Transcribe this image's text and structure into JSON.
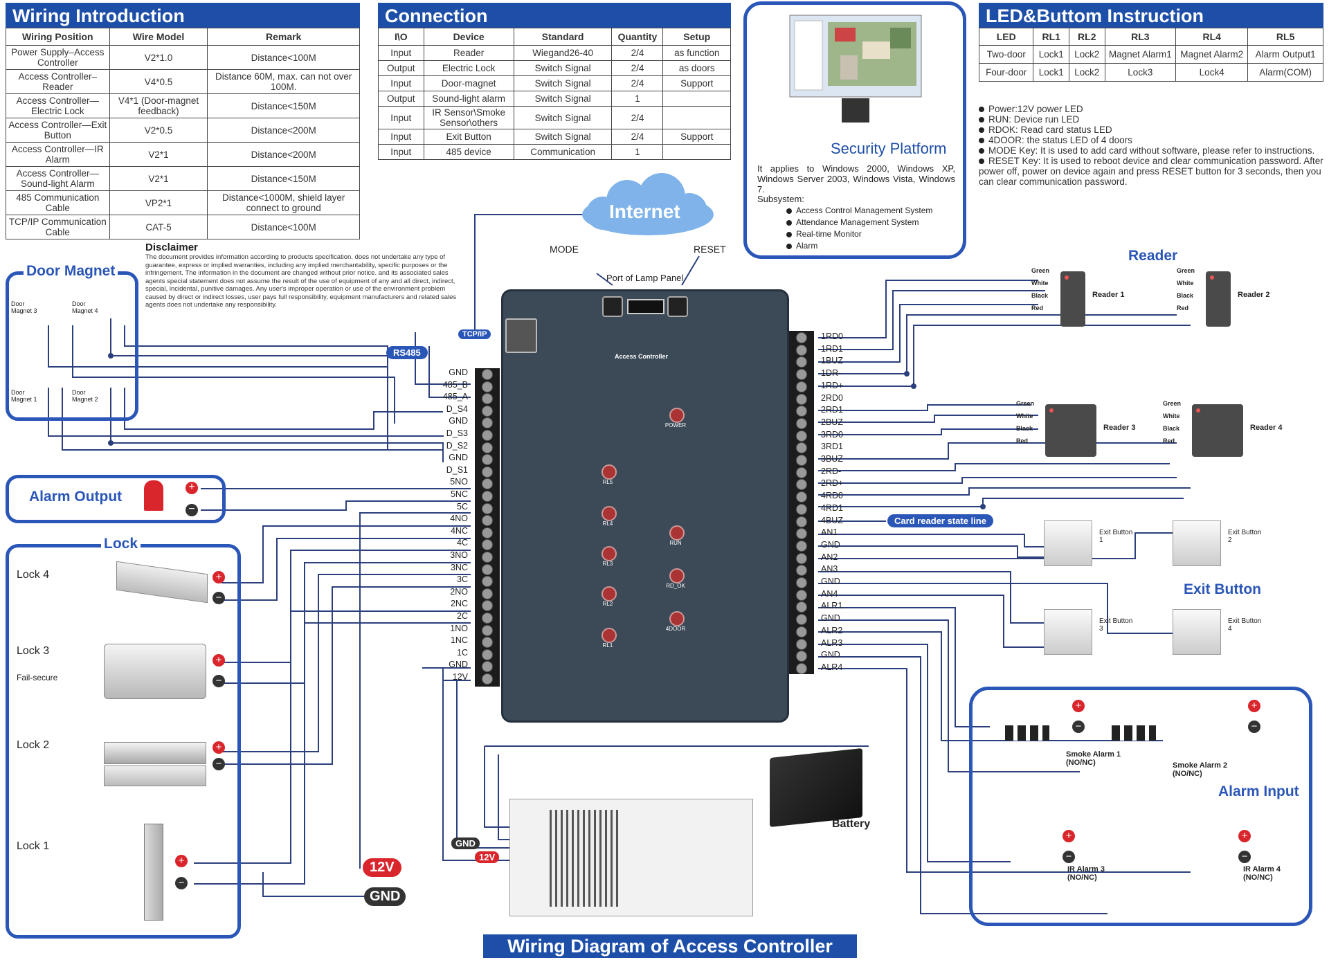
{
  "wiring": {
    "title": "Wiring Introduction",
    "headers": [
      "Wiring Position",
      "Wire Model",
      "Remark"
    ],
    "rows": [
      [
        "Power Supply–Access Controller",
        "V2*1.0",
        "Distance<100M"
      ],
      [
        "Access Controller–Reader",
        "V4*0.5",
        "Distance 60M, max. can not over 100M."
      ],
      [
        "Access Controller—Electric Lock",
        "V4*1 (Door-magnet feedback)",
        "Distance<150M"
      ],
      [
        "Access Controller—Exit Button",
        "V2*0.5",
        "Distance<200M"
      ],
      [
        "Access Controller—IR Alarm",
        "V2*1",
        "Distance<200M"
      ],
      [
        "Access Controller—Sound-light Alarm",
        "V2*1",
        "Distance<150M"
      ],
      [
        "485 Communication Cable",
        "VP2*1",
        "Distance<1000M, shield layer connect to ground"
      ],
      [
        "TCP/IP Communication Cable",
        "CAT-5",
        "Distance<100M"
      ]
    ]
  },
  "connection": {
    "title": "Connection",
    "headers": [
      "I\\O",
      "Device",
      "Standard",
      "Quantity",
      "Setup"
    ],
    "rows": [
      [
        "Input",
        "Reader",
        "Wiegand26-40",
        "2/4",
        "as function"
      ],
      [
        "Output",
        "Electric Lock",
        "Switch Signal",
        "2/4",
        "as doors"
      ],
      [
        "Input",
        "Door-magnet",
        "Switch Signal",
        "2/4",
        "Support"
      ],
      [
        "Output",
        "Sound-light alarm",
        "Switch Signal",
        "1",
        ""
      ],
      [
        "Input",
        "IR Sensor\\Smoke Sensor\\others",
        "Switch Signal",
        "2/4",
        ""
      ],
      [
        "Input",
        "Exit Button",
        "Switch Signal",
        "2/4",
        "Support"
      ],
      [
        "Input",
        "485 device",
        "Communication",
        "1",
        ""
      ]
    ]
  },
  "security": {
    "title": "Security Platform",
    "applies": "It applies to Windows 2000, Windows XP, Windows Server 2003, Windows Vista, Windows 7.",
    "subsystem": "Subsystem:",
    "items": [
      "Access Control Management System",
      "Attendance Management System",
      "Real-time Monitor",
      "Alarm"
    ]
  },
  "led": {
    "title": "LED&Buttom Instruction",
    "headers": [
      "LED",
      "RL1",
      "RL2",
      "RL3",
      "RL4",
      "RL5"
    ],
    "rows": [
      [
        "Two-door",
        "Lock1",
        "Lock2",
        "Magnet Alarm1",
        "Magnet Alarm2",
        "Alarm Output1"
      ],
      [
        "Four-door",
        "Lock1",
        "Lock2",
        "Lock3",
        "Lock4",
        "Alarm(COM)"
      ]
    ],
    "notes": [
      "Power:12V power LED",
      "RUN: Device run LED",
      "RDOK: Read card status LED",
      "4DOOR: the status LED of 4 doors",
      "MODE Key: It is used to add card without software, please refer to instructions.",
      "RESET Key: It is used to reboot device and clear communication password. After power off, power on device again and press RESET button for 3 seconds, then you can clear communication password."
    ]
  },
  "disclaimer": {
    "title": "Disclaimer",
    "text": "The document provides information according to products specification. does not undertake any type of guarantee, express or implied warranties, including any implied merchantability, specific purposes or the infringement. The information in the document are changed without prior notice. and its associated sales agents special statement does not assume the result of the use of equipment of any and all direct, indirect, special, incidental, punitive damages. Any user's improper operation or use of the environment problem caused by direct or indirect losses, user pays full responsibility, equipment manufacturers and related sales agents does not undertake any responsibility."
  },
  "labels": {
    "internet": "Internet",
    "mode": "MODE",
    "reset": "RESET",
    "lamp_panel": "Port of Lamp Panel",
    "tcpip": "TCP/IP",
    "rs485": "RS485",
    "door_magnet": "Door Magnet",
    "alarm_output": "Alarm Output",
    "lock": "Lock",
    "lock4": "Lock 4",
    "lock3": "Lock 3",
    "fail_secure": "Fail-secure",
    "lock2": "Lock 2",
    "lock1": "Lock 1",
    "reader": "Reader",
    "exit_button": "Exit Button",
    "alarm_input": "Alarm Input",
    "card_reader_line": "Card reader state line",
    "battery": "Battery",
    "v12": "12V",
    "gnd": "GND",
    "bottom_title": "Wiring Diagram of Access Controller",
    "access_controller": "Access Controller",
    "dm": [
      "Door Magnet 3",
      "Door Magnet 4",
      "Door Magnet 1",
      "Door Magnet 2"
    ],
    "readers": [
      "Reader 1",
      "Reader 2",
      "Reader 3",
      "Reader 4"
    ],
    "wire_colors": [
      "Green",
      "White",
      "Black",
      "Red"
    ],
    "exits": [
      "Exit Button 1",
      "Exit Button 2",
      "Exit Button 3",
      "Exit Button 4"
    ],
    "smoke": [
      "Smoke Alarm 1 (NO/NC)",
      "Smoke Alarm 2 (NO/NC)"
    ],
    "ir": [
      "IR Alarm 3 (NO/NC)",
      "IR Alarm 4 (NO/NC)"
    ],
    "leds": [
      "POWER",
      "RL5",
      "RL4",
      "RL3",
      "RL2",
      "RL1",
      "RUN",
      "RD_OK",
      "4DOOR"
    ]
  },
  "terminals_left": [
    "GND",
    "485_B",
    "485_A",
    "D_S4",
    "GND",
    "D_S3",
    "D_S2",
    "GND",
    "D_S1",
    "5NO",
    "5NC",
    "5C",
    "4NO",
    "4NC",
    "4C",
    "3NO",
    "3NC",
    "3C",
    "2NO",
    "2NC",
    "2C",
    "1NO",
    "1NC",
    "1C",
    "GND",
    "12V"
  ],
  "terminals_right": [
    "1RD0",
    "1RD1",
    "1BUZ",
    "1DR-",
    "1RD+",
    "2RD0",
    "2RD1",
    "2BUZ",
    "3RD0",
    "3RD1",
    "3BUZ",
    "2RD-",
    "2RD+",
    "4RD0",
    "4RD1",
    "4BUZ",
    "AN1",
    "GND",
    "AN2",
    "AN3",
    "GND",
    "AN4",
    "ALR1",
    "GND",
    "ALR2",
    "ALR3",
    "GND",
    "ALR4"
  ],
  "colors": {
    "accent": "#2a56b8",
    "header": "#1e4fa8",
    "board": "#3c4a58",
    "red": "#d9262c"
  }
}
